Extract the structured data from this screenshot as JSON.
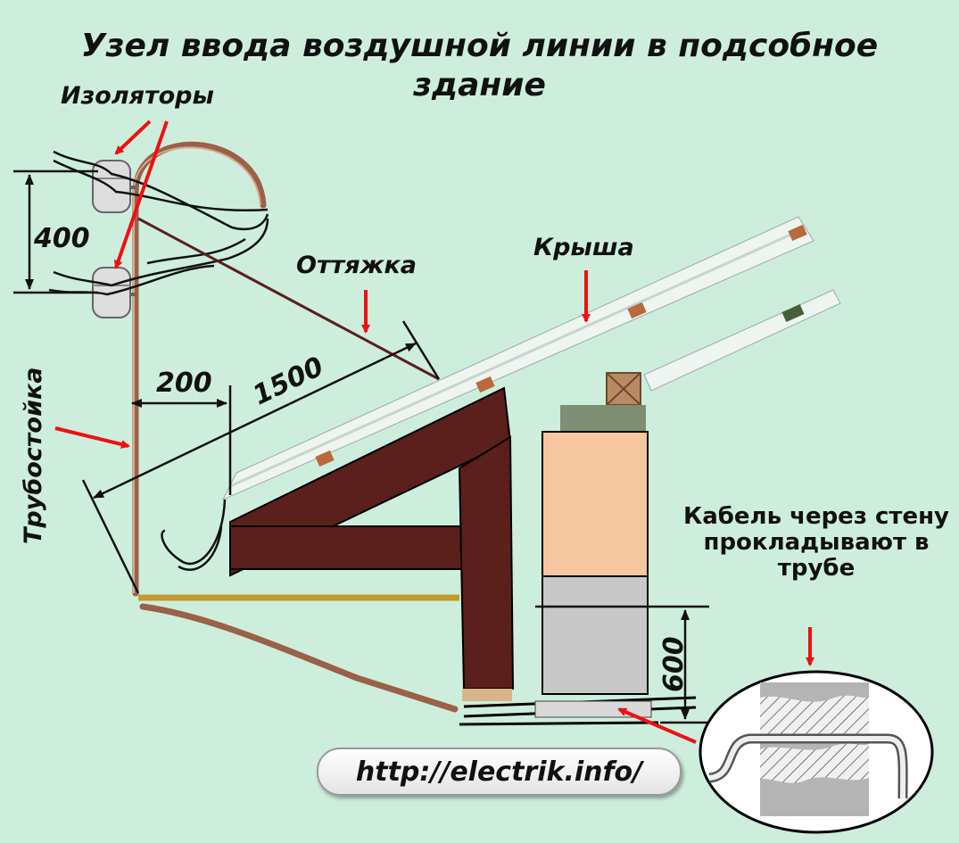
{
  "title_line1": "Узел ввода воздушной линии в подсобное",
  "title_line2": "здание",
  "labels": {
    "insulators": "Изоляторы",
    "guy_wire": "Оттяжка",
    "roof": "Крыша",
    "pipe_rack": "Трубостойка",
    "cable_note": "Кабель через стену прокладывают в трубе"
  },
  "dimensions": {
    "insulator_spacing": "400",
    "offset": "200",
    "guy_span": "1500",
    "height_above_ground": "600"
  },
  "url": "http://electrik.info/",
  "colors": {
    "background": "#cdeedd",
    "pointer_arrow": "#ee1111",
    "rafter": "#5b1f1c",
    "brick_upper": "#f6c79f",
    "brick_lower": "#c8c8c8",
    "pipe": "#9a6148",
    "pole_bar": "#c49a2a"
  }
}
